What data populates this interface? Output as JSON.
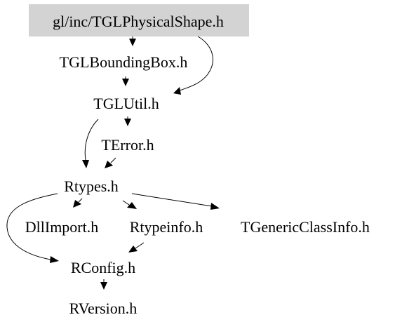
{
  "diagram": {
    "title": "",
    "colors": {
      "root_fill": "#d3d3d3",
      "text": "#000000",
      "edge": "#000000",
      "background": "#ffffff"
    },
    "nodes": [
      {
        "id": "root",
        "label": "gl/inc/TGLPhysicalShape.h",
        "highlighted": true
      },
      {
        "id": "bbox",
        "label": "TGLBoundingBox.h"
      },
      {
        "id": "util",
        "label": "TGLUtil.h"
      },
      {
        "id": "terror",
        "label": "TError.h"
      },
      {
        "id": "rtypes",
        "label": "Rtypes.h"
      },
      {
        "id": "dllimport",
        "label": "DllImport.h"
      },
      {
        "id": "rtypeinfo",
        "label": "Rtypeinfo.h"
      },
      {
        "id": "tgeneric",
        "label": "TGenericClassInfo.h"
      },
      {
        "id": "rconfig",
        "label": "RConfig.h"
      },
      {
        "id": "rversion",
        "label": "RVersion.h"
      }
    ],
    "edges": [
      {
        "from": "root",
        "to": "bbox"
      },
      {
        "from": "root",
        "to": "util"
      },
      {
        "from": "bbox",
        "to": "util"
      },
      {
        "from": "util",
        "to": "terror"
      },
      {
        "from": "util",
        "to": "rtypes"
      },
      {
        "from": "terror",
        "to": "rtypes"
      },
      {
        "from": "rtypes",
        "to": "dllimport"
      },
      {
        "from": "rtypes",
        "to": "rtypeinfo"
      },
      {
        "from": "rtypes",
        "to": "tgeneric"
      },
      {
        "from": "rtypes",
        "to": "rconfig"
      },
      {
        "from": "rtypeinfo",
        "to": "rconfig"
      },
      {
        "from": "rconfig",
        "to": "rversion"
      }
    ]
  }
}
